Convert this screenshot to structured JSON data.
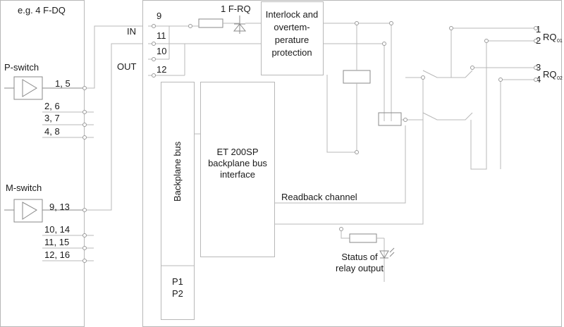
{
  "left_module": {
    "title": "e.g. 4 F-DQ",
    "p_switch": {
      "label": "P-switch",
      "terminals": [
        "1, 5",
        "2, 6",
        "3, 7",
        "4, 8"
      ]
    },
    "m_switch": {
      "label": "M-switch",
      "terminals": [
        "9, 13",
        "10, 14",
        "11, 15",
        "12, 16"
      ]
    }
  },
  "main_module": {
    "in_label": "IN",
    "out_label": "OUT",
    "terminal_numbers": [
      "9",
      "11",
      "10",
      "12"
    ],
    "relay_label": "1 F-RQ",
    "interlock_lines": [
      "Interlock and",
      "overtem-",
      "perature",
      "protection"
    ],
    "backplane_bus_label": "Backplane bus",
    "interface_lines": [
      "ET 200SP",
      "backplane bus",
      "interface"
    ],
    "readback_label": "Readback channel",
    "status_lines": [
      "Status of",
      "relay output"
    ],
    "power_lines": [
      "P1",
      "P2"
    ],
    "outputs": [
      {
        "terminals": [
          "1",
          "2"
        ],
        "label": "RQ",
        "sub": "01"
      },
      {
        "terminals": [
          "3",
          "4"
        ],
        "label": "RQ",
        "sub": "02"
      }
    ]
  }
}
